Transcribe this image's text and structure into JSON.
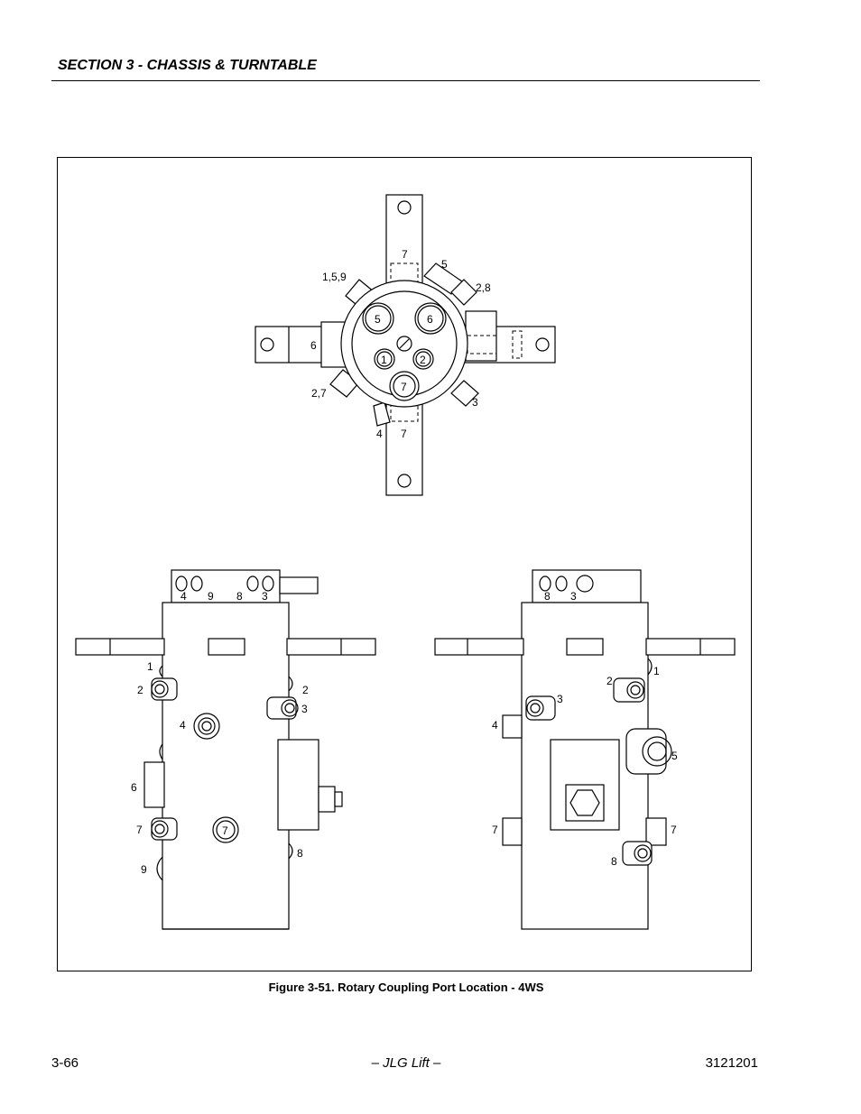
{
  "header": {
    "section_title": "SECTION 3 - CHASSIS & TURNTABLE"
  },
  "figure": {
    "caption": "Figure 3-51.  Rotary Coupling Port Location - 4WS",
    "top_view_labels": {
      "l_7_top": "7",
      "l_5": "5",
      "l_159": "1,5,9",
      "l_28": "2,8",
      "l_6_left": "6",
      "l_27": "2,7",
      "l_3": "3",
      "l_4": "4",
      "l_7_bottom": "7",
      "port_5": "5",
      "port_6": "6",
      "port_1": "1",
      "port_2": "2",
      "port_7": "7"
    },
    "left_view_labels": {
      "t4": "4",
      "t9": "9",
      "t8": "8",
      "t3": "3",
      "s1": "1",
      "s2": "2",
      "s4": "4",
      "s6": "6",
      "s7": "7",
      "s9": "9",
      "r2": "2",
      "r3": "3",
      "r8": "8",
      "c7": "7"
    },
    "right_view_labels": {
      "t8": "8",
      "t3": "3",
      "s2": "2",
      "s1": "1",
      "s3": "3",
      "s4": "4",
      "s5": "5",
      "s7l": "7",
      "s7r": "7",
      "s8": "8"
    }
  },
  "footer": {
    "page_number": "3-66",
    "center": "– JLG Lift –",
    "doc_number": "3121201"
  }
}
